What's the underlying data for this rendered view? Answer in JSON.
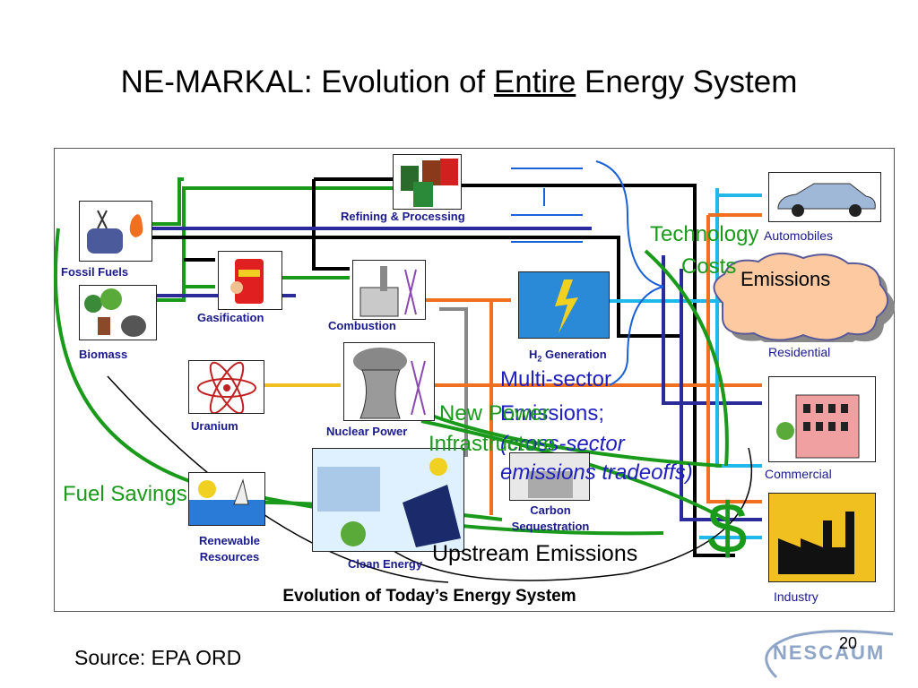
{
  "title": {
    "pre": "NE-MARKAL: Evolution of ",
    "emph": "Entire",
    "post": " Energy System"
  },
  "nodes": {
    "fossil": "Fossil Fuels",
    "biomass": "Biomass",
    "gasification": "Gasification",
    "refining": "Refining & Processing",
    "combustion": "Combustion",
    "h2_pre": "H",
    "h2_sub": "2",
    "h2_post": " Generation",
    "uranium": "Uranium",
    "nuclear": "Nuclear Power",
    "carbon": "Carbon Sequestration",
    "renewable": "Renewable Resources",
    "clean": "Clean Energy",
    "automobiles": "Automobiles",
    "residential": "Residential",
    "commercial": "Commercial",
    "industry": "Industry"
  },
  "annotations": {
    "technology": "Technology",
    "costs": "Costs",
    "emissions": "Emissions",
    "multi1": "Multi-sector",
    "multi2": "Emissions;",
    "multi3": "(cross-sector",
    "multi4": "emissions tradeoffs)",
    "newpower1": "New Power",
    "newpower2": "Infrastructure",
    "fuel_savings": "Fuel Savings",
    "dollar": "$",
    "upstream": "Upstream Emissions"
  },
  "caption": "Evolution of Today’s Energy System",
  "footer": {
    "source": "Source: EPA ORD",
    "page": "20",
    "logo": "NESCAUM"
  },
  "colors": {
    "green": "#1a9a1a",
    "blue": "#2020c0",
    "navy": "#1a1a8c",
    "orange": "#f07020",
    "cyan": "#20b8e8",
    "black": "#000000"
  }
}
